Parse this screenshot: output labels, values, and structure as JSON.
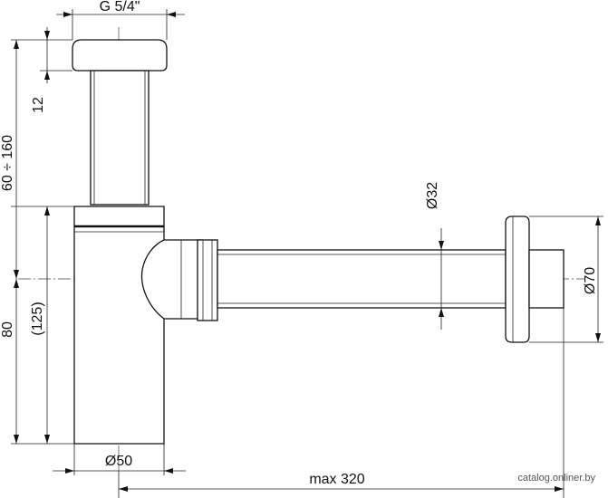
{
  "dimensions": {
    "thread": "G 5/4\"",
    "flange_height": "12",
    "height_range": "60 ÷ 160",
    "trap_height": "80",
    "trap_depth": "(125)",
    "body_diameter": "Ø50",
    "outlet_diameter": "Ø32",
    "wall_flange_diameter": "Ø70",
    "max_length": "max 320"
  },
  "watermark": "catalog.onliner.by"
}
